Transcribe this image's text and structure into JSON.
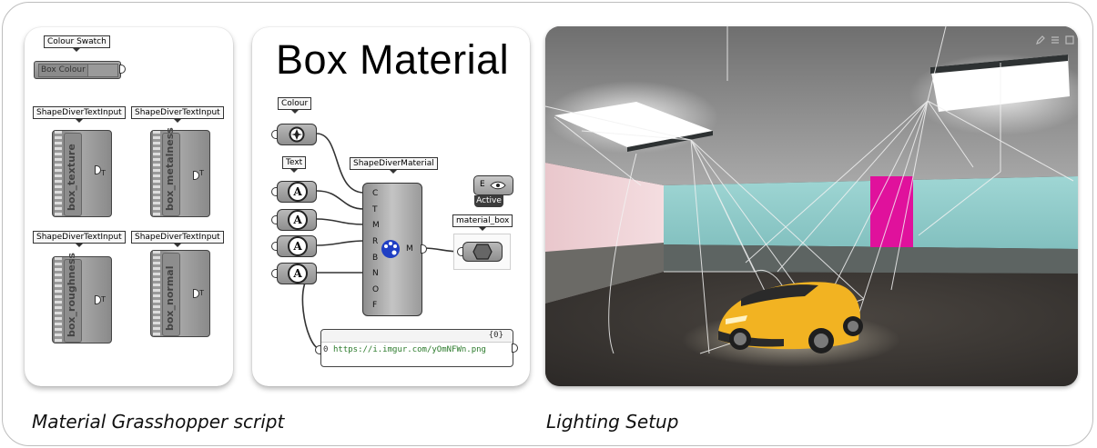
{
  "left_panel": {
    "swatch_tag": "Colour Swatch",
    "swatch_label": "Box Colour",
    "inputs": [
      {
        "tag": "ShapeDiverTextInput",
        "label": "box_texture",
        "out": "T"
      },
      {
        "tag": "ShapeDiverTextInput",
        "label": "box_metalness",
        "out": "T"
      },
      {
        "tag": "ShapeDiverTextInput",
        "label": "box_roughness",
        "out": "T"
      },
      {
        "tag": "ShapeDiverTextInput",
        "label": "box_normal",
        "out": "T"
      }
    ]
  },
  "middle_panel": {
    "title": "Box Material",
    "colour_tag": "Colour",
    "text_tag": "Text",
    "material_tag": "ShapeDiverMaterial",
    "material_inputs": [
      "C",
      "T",
      "M",
      "R",
      "B",
      "N",
      "O",
      "F"
    ],
    "material_output": "M",
    "a_icon_letter": "A",
    "active_left": "E",
    "active_label": "Active",
    "output_tag": "material_box",
    "panel_count": "{0}",
    "panel_index": "0",
    "panel_url": "https://i.imgur.com/yOmNFWn.png"
  },
  "captions": {
    "left": "Material Grasshopper script",
    "right": "Lighting Setup"
  },
  "colors": {
    "accent_magenta": "#e0119c",
    "car_yellow": "#f2b322",
    "wall_teal": "#8fcbc9"
  },
  "icons": [
    "edit-icon",
    "sliders-icon",
    "expand-icon",
    "palette-icon",
    "hexagon-icon",
    "swatch-icon"
  ]
}
